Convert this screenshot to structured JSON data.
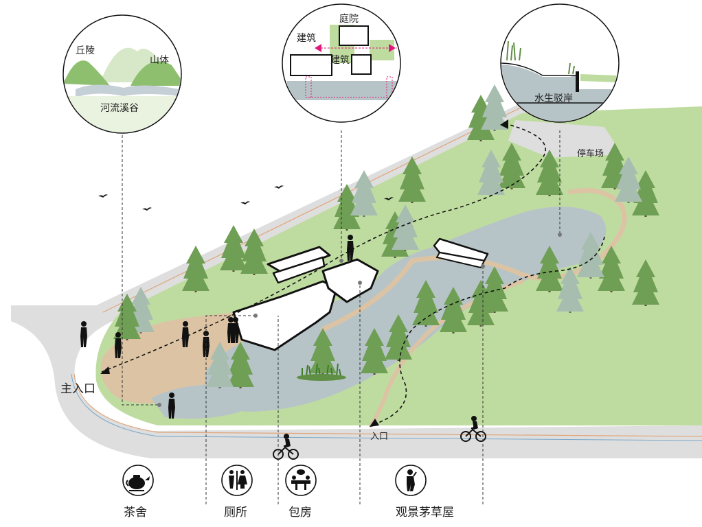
{
  "callouts": {
    "hills": {
      "hill": "丘陵",
      "mountain": "山体",
      "river_valley": "河流溪谷"
    },
    "courtyard": {
      "courtyard": "庭院",
      "building_top": "建筑",
      "building_bottom": "建筑"
    },
    "shore": {
      "title": "水生驳岸"
    }
  },
  "labels": {
    "main_entrance": "主入口",
    "entrance": "入口",
    "parking": "停车场"
  },
  "facilities": [
    {
      "label": "茶舍",
      "icon": "teapot-icon"
    },
    {
      "label": "厕所",
      "icon": "restroom-icon"
    },
    {
      "label": "包房",
      "icon": "private-room-icon"
    },
    {
      "label": "观景茅草屋",
      "icon": "viewing-person-icon"
    }
  ],
  "colors": {
    "grass": "#bfdca0",
    "water": "#b7c4c7",
    "path": "#dcc3a4",
    "road": "#dedede",
    "tree": "#6f9e55",
    "accent_magenta": "#e0177a"
  }
}
